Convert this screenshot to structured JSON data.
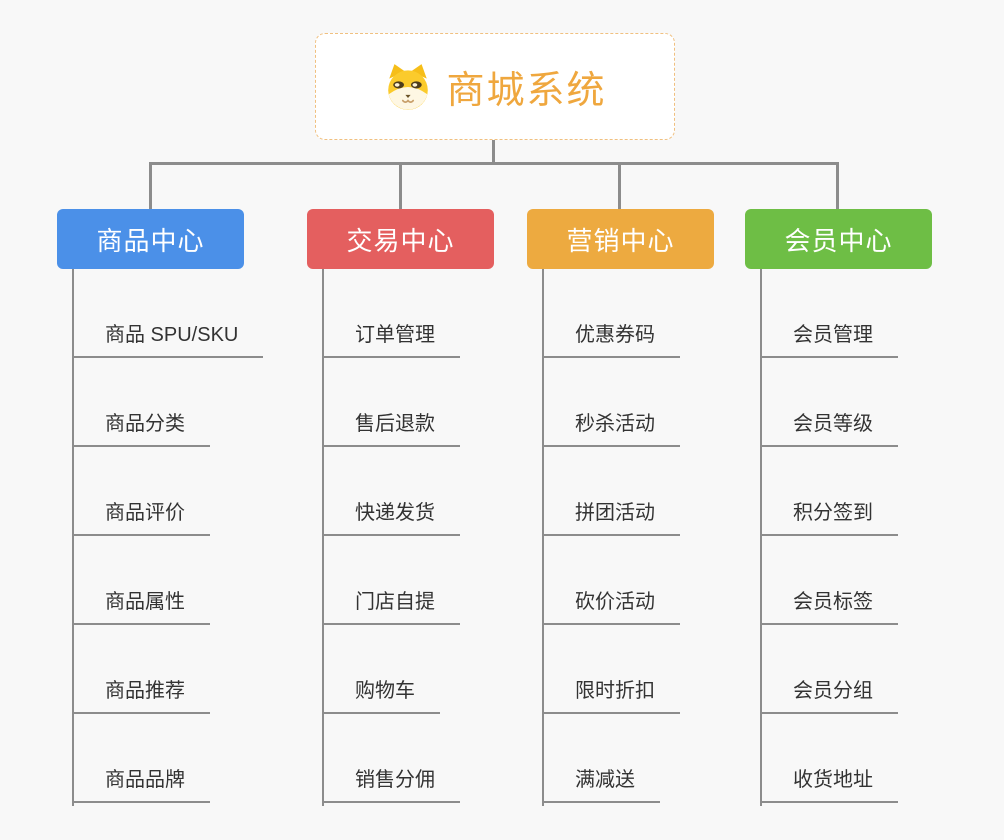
{
  "background_color": "#F8F8F8",
  "connector_color": "#8C8C8C",
  "root": {
    "title": "商城系统",
    "icon": "dog-face-icon",
    "title_color": "#EFA73E",
    "border_color": "#F0C080"
  },
  "branches": [
    {
      "label": "商品中心",
      "color": "#4B90E8",
      "items": [
        "商品 SPU/SKU",
        "商品分类",
        "商品评价",
        "商品属性",
        "商品推荐",
        "商品品牌"
      ]
    },
    {
      "label": "交易中心",
      "color": "#E45F5F",
      "items": [
        "订单管理",
        "售后退款",
        "快递发货",
        "门店自提",
        "购物车",
        "销售分佣"
      ]
    },
    {
      "label": "营销中心",
      "color": "#EDAA40",
      "items": [
        "优惠券码",
        "秒杀活动",
        "拼团活动",
        "砍价活动",
        "限时折扣",
        "满减送"
      ]
    },
    {
      "label": "会员中心",
      "color": "#6EBE45",
      "items": [
        "会员管理",
        "会员等级",
        "积分签到",
        "会员标签",
        "会员分组",
        "收货地址"
      ]
    }
  ]
}
